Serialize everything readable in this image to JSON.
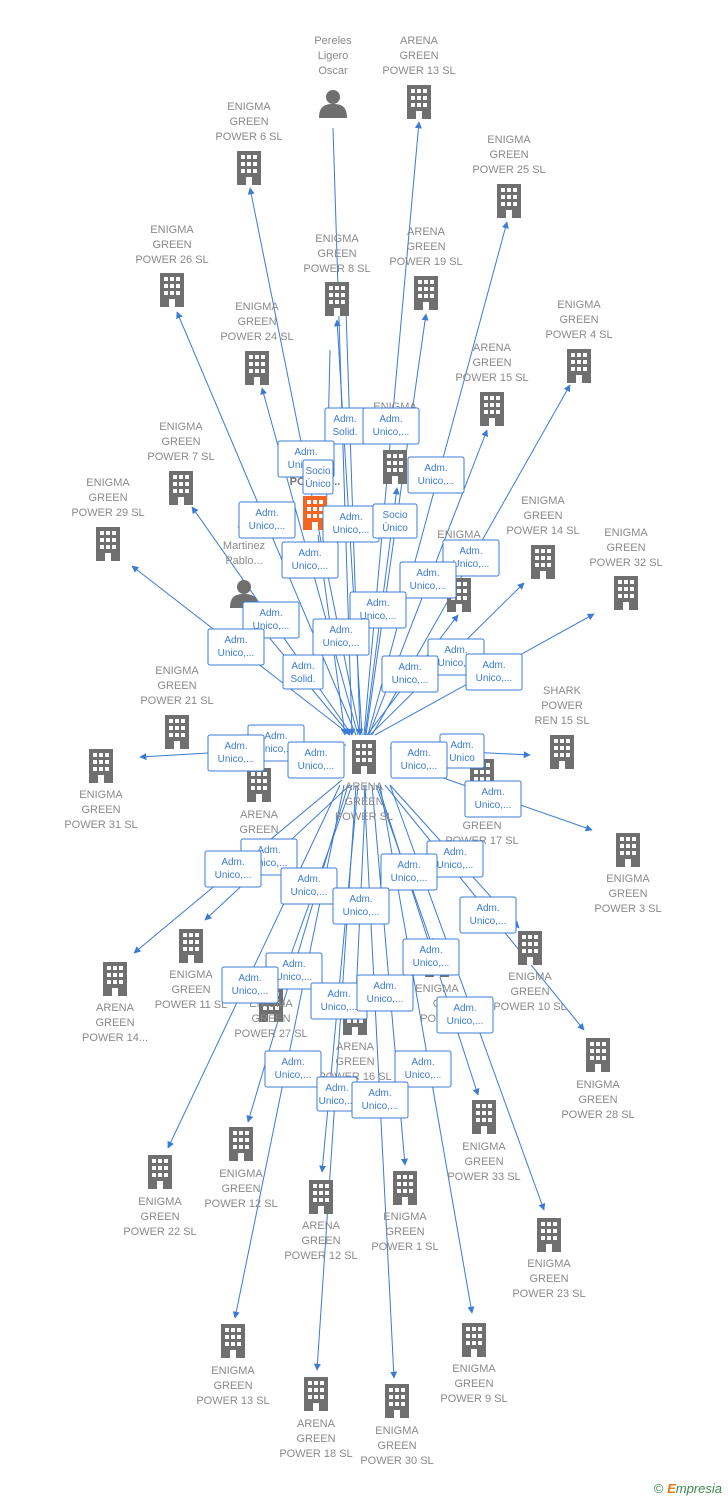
{
  "colors": {
    "edge": "#3b7bd4",
    "building": "#6f6f6f",
    "highlight": "#f26522",
    "person": "#6f6f6f",
    "label": "#8a8a8a"
  },
  "footer": {
    "copyright": "©",
    "e": "E",
    "brand": "mpresia"
  },
  "nodes": [
    {
      "id": "c",
      "type": "company",
      "lines": [
        "ARENA",
        "GREEN",
        "POWER SL"
      ],
      "bold": false
    },
    {
      "id": "pereles",
      "type": "person",
      "lines": [
        "Pereles",
        "Ligero",
        "Oscar"
      ]
    },
    {
      "id": "ag13",
      "type": "company",
      "lines": [
        "ARENA",
        "GREEN",
        "POWER 13 SL"
      ]
    },
    {
      "id": "eg6",
      "type": "company",
      "lines": [
        "ENIGMA",
        "GREEN",
        "POWER 6 SL"
      ]
    },
    {
      "id": "eg25",
      "type": "company",
      "lines": [
        "ENIGMA",
        "GREEN",
        "POWER 25 SL"
      ]
    },
    {
      "id": "eg26",
      "type": "company",
      "lines": [
        "ENIGMA",
        "GREEN",
        "POWER 26 SL"
      ]
    },
    {
      "id": "eg8",
      "type": "company",
      "lines": [
        "ENIGMA",
        "GREEN",
        "POWER 8 SL"
      ]
    },
    {
      "id": "ag19",
      "type": "company",
      "lines": [
        "ARENA",
        "GREEN",
        "POWER 19 SL"
      ]
    },
    {
      "id": "eg4",
      "type": "company",
      "lines": [
        "ENIGMA",
        "GREEN",
        "POWER 4 SL"
      ]
    },
    {
      "id": "eg24",
      "type": "company",
      "lines": [
        "ENIGMA",
        "GREEN",
        "POWER 24 SL"
      ]
    },
    {
      "id": "ag15",
      "type": "company",
      "lines": [
        "ARENA",
        "GREEN",
        "POWER 15 SL"
      ]
    },
    {
      "id": "egx",
      "type": "company",
      "lines": [
        "ENIGMA",
        "",
        "SL"
      ]
    },
    {
      "id": "eg7",
      "type": "company",
      "lines": [
        "ENIGMA",
        "GREEN",
        "POWER 7 SL"
      ]
    },
    {
      "id": "pw",
      "type": "company-highlight",
      "lines": [
        "POWER..."
      ],
      "bold": true
    },
    {
      "id": "eg29",
      "type": "company",
      "lines": [
        "ENIGMA",
        "GREEN",
        "POWER 29 SL"
      ]
    },
    {
      "id": "eg14",
      "type": "company",
      "lines": [
        "ENIGMA",
        "GREEN",
        "POWER 14 SL"
      ]
    },
    {
      "id": "eg32",
      "type": "company",
      "lines": [
        "ENIGMA",
        "GREEN",
        "POWER 32 SL"
      ]
    },
    {
      "id": "egm",
      "type": "company",
      "lines": [
        "ENIGMA",
        "",
        ""
      ]
    },
    {
      "id": "val",
      "type": "person",
      "lines": [
        "Va",
        "Martinez",
        "Pablo..."
      ]
    },
    {
      "id": "eg21",
      "type": "company",
      "lines": [
        "ENIGMA",
        "GREEN",
        "POWER 21 SL"
      ]
    },
    {
      "id": "shark",
      "type": "company",
      "lines": [
        "SHARK",
        "POWER",
        "REN 15 SL"
      ]
    },
    {
      "id": "eg31",
      "type": "company",
      "lines": [
        "ENIGMA",
        "GREEN",
        "POWER 31 SL"
      ]
    },
    {
      "id": "agpow",
      "type": "company",
      "lines": [
        "ARENA",
        "GREEN",
        "POW"
      ]
    },
    {
      "id": "ag17",
      "type": "company",
      "lines": [
        "A",
        "GREEN",
        "POWER 17 SL"
      ]
    },
    {
      "id": "eg3",
      "type": "company",
      "lines": [
        "ENIGMA",
        "GREEN",
        "POWER 3 SL"
      ]
    },
    {
      "id": "ag14",
      "type": "company",
      "lines": [
        "ARENA",
        "GREEN",
        "POWER 14..."
      ]
    },
    {
      "id": "eg11",
      "type": "company",
      "lines": [
        "ENIGMA",
        "GREEN",
        "POWER 11 SL"
      ]
    },
    {
      "id": "eg27",
      "type": "company",
      "lines": [
        "ENIGMA",
        "GREEN",
        "POWER 27 SL"
      ]
    },
    {
      "id": "ag16",
      "type": "company",
      "lines": [
        "ARENA",
        "GREEN",
        "POWER 16 SL"
      ]
    },
    {
      "id": "egp",
      "type": "company",
      "lines": [
        "ENIGMA",
        "G",
        "POWE"
      ]
    },
    {
      "id": "eg10",
      "type": "company",
      "lines": [
        "ENIGMA",
        "GREEN",
        "POWER 10 SL"
      ]
    },
    {
      "id": "eg28",
      "type": "company",
      "lines": [
        "ENIGMA",
        "GREEN",
        "POWER 28 SL"
      ]
    },
    {
      "id": "eg33",
      "type": "company",
      "lines": [
        "ENIGMA",
        "GREEN",
        "POWER 33 SL"
      ]
    },
    {
      "id": "eg22",
      "type": "company",
      "lines": [
        "ENIGMA",
        "GREEN",
        "POWER 22 SL"
      ]
    },
    {
      "id": "eg12",
      "type": "company",
      "lines": [
        "ENIGMA",
        "GREEN",
        "POWER 12 SL"
      ]
    },
    {
      "id": "ag12",
      "type": "company",
      "lines": [
        "ARENA",
        "GREEN",
        "POWER 12 SL"
      ]
    },
    {
      "id": "eg1",
      "type": "company",
      "lines": [
        "ENIGMA",
        "GREEN",
        "POWER 1 SL"
      ]
    },
    {
      "id": "eg23",
      "type": "company",
      "lines": [
        "ENIGMA",
        "GREEN",
        "POWER 23 SL"
      ]
    },
    {
      "id": "eg13",
      "type": "company",
      "lines": [
        "ENIGMA",
        "GREEN",
        "POWER 13 SL"
      ]
    },
    {
      "id": "ag18",
      "type": "company",
      "lines": [
        "ARENA",
        "GREEN",
        "POWER 18 SL"
      ]
    },
    {
      "id": "ag30",
      "type": "company",
      "lines": [
        "ENIGMA",
        "GREEN",
        "POWER 30 SL"
      ]
    },
    {
      "id": "eg9",
      "type": "company",
      "lines": [
        "ENIGMA",
        "GREEN",
        "POWER 9 SL"
      ]
    }
  ],
  "edge_labels": [
    {
      "lines": [
        "Adm.",
        "Solid."
      ]
    },
    {
      "lines": [
        "Adm.",
        "Unico,..."
      ]
    },
    {
      "lines": [
        "Adm.",
        "Unico,..."
      ]
    },
    {
      "lines": [
        "Adm.",
        "Unico,..."
      ]
    },
    {
      "lines": [
        "Adm.",
        "Unico,..."
      ]
    },
    {
      "lines": [
        "Adm.",
        "Unico,..."
      ]
    },
    {
      "lines": [
        "Socio",
        "Único"
      ]
    },
    {
      "lines": [
        "Adm.",
        "Unico,..."
      ]
    },
    {
      "lines": [
        "Adm.",
        "Unico,..."
      ]
    },
    {
      "lines": [
        "Adm.",
        "Unico,..."
      ]
    },
    {
      "lines": [
        "Adm.",
        "Unico,..."
      ]
    },
    {
      "lines": [
        "Adm.",
        "Unico,..."
      ]
    },
    {
      "lines": [
        "Adm.",
        "Unico,..."
      ]
    },
    {
      "lines": [
        "Adm.",
        "Solid."
      ]
    },
    {
      "lines": [
        "Adm.",
        "Unico,..."
      ]
    },
    {
      "lines": [
        "Adm.",
        "Unico,..."
      ]
    },
    {
      "lines": [
        "Adm.",
        "Unico,..."
      ]
    },
    {
      "lines": [
        "Adm.",
        "Unico,..."
      ]
    },
    {
      "lines": [
        "Adm.",
        "Unico,..."
      ]
    },
    {
      "lines": [
        "Adm.",
        "Unico,..."
      ]
    },
    {
      "lines": [
        "Adm.",
        "Unico,..."
      ]
    },
    {
      "lines": [
        "Adm.",
        "Unico"
      ]
    },
    {
      "lines": [
        "Adm.",
        "Unico,..."
      ]
    },
    {
      "lines": [
        "Adm.",
        "Unico,..."
      ]
    },
    {
      "lines": [
        "Adm.",
        "Unico,..."
      ]
    },
    {
      "lines": [
        "Adm.",
        "Unico,..."
      ]
    },
    {
      "lines": [
        "Adm.",
        "Unico,..."
      ]
    },
    {
      "lines": [
        "Adm.",
        "Unico,..."
      ]
    },
    {
      "lines": [
        "Adm.",
        "Unico,..."
      ]
    },
    {
      "lines": [
        "Adm.",
        "Unico,..."
      ]
    },
    {
      "lines": [
        "Adm.",
        "Unico,..."
      ]
    },
    {
      "lines": [
        "Adm.",
        "Unico,..."
      ]
    },
    {
      "lines": [
        "Adm.",
        "Unico,..."
      ]
    },
    {
      "lines": [
        "Adm.",
        "Unico,..."
      ]
    },
    {
      "lines": [
        "Adm.",
        "Unico,..."
      ]
    },
    {
      "lines": [
        "Adm.",
        "Unico,..."
      ]
    },
    {
      "lines": [
        "Adm.",
        "Unico,..."
      ]
    },
    {
      "lines": [
        "Adm.",
        "Unico,..."
      ]
    },
    {
      "lines": [
        "Adm.",
        "Unico,..."
      ]
    },
    {
      "lines": [
        "Adm.",
        "Unico,..."
      ]
    },
    {
      "lines": [
        "Adm.",
        "Unico,..."
      ]
    },
    {
      "lines": [
        "Socio",
        "Único"
      ]
    },
    {
      "lines": [
        "Adm.",
        "Unico,..."
      ]
    },
    {
      "lines": [
        "Adm.",
        "Unico,..."
      ]
    }
  ]
}
